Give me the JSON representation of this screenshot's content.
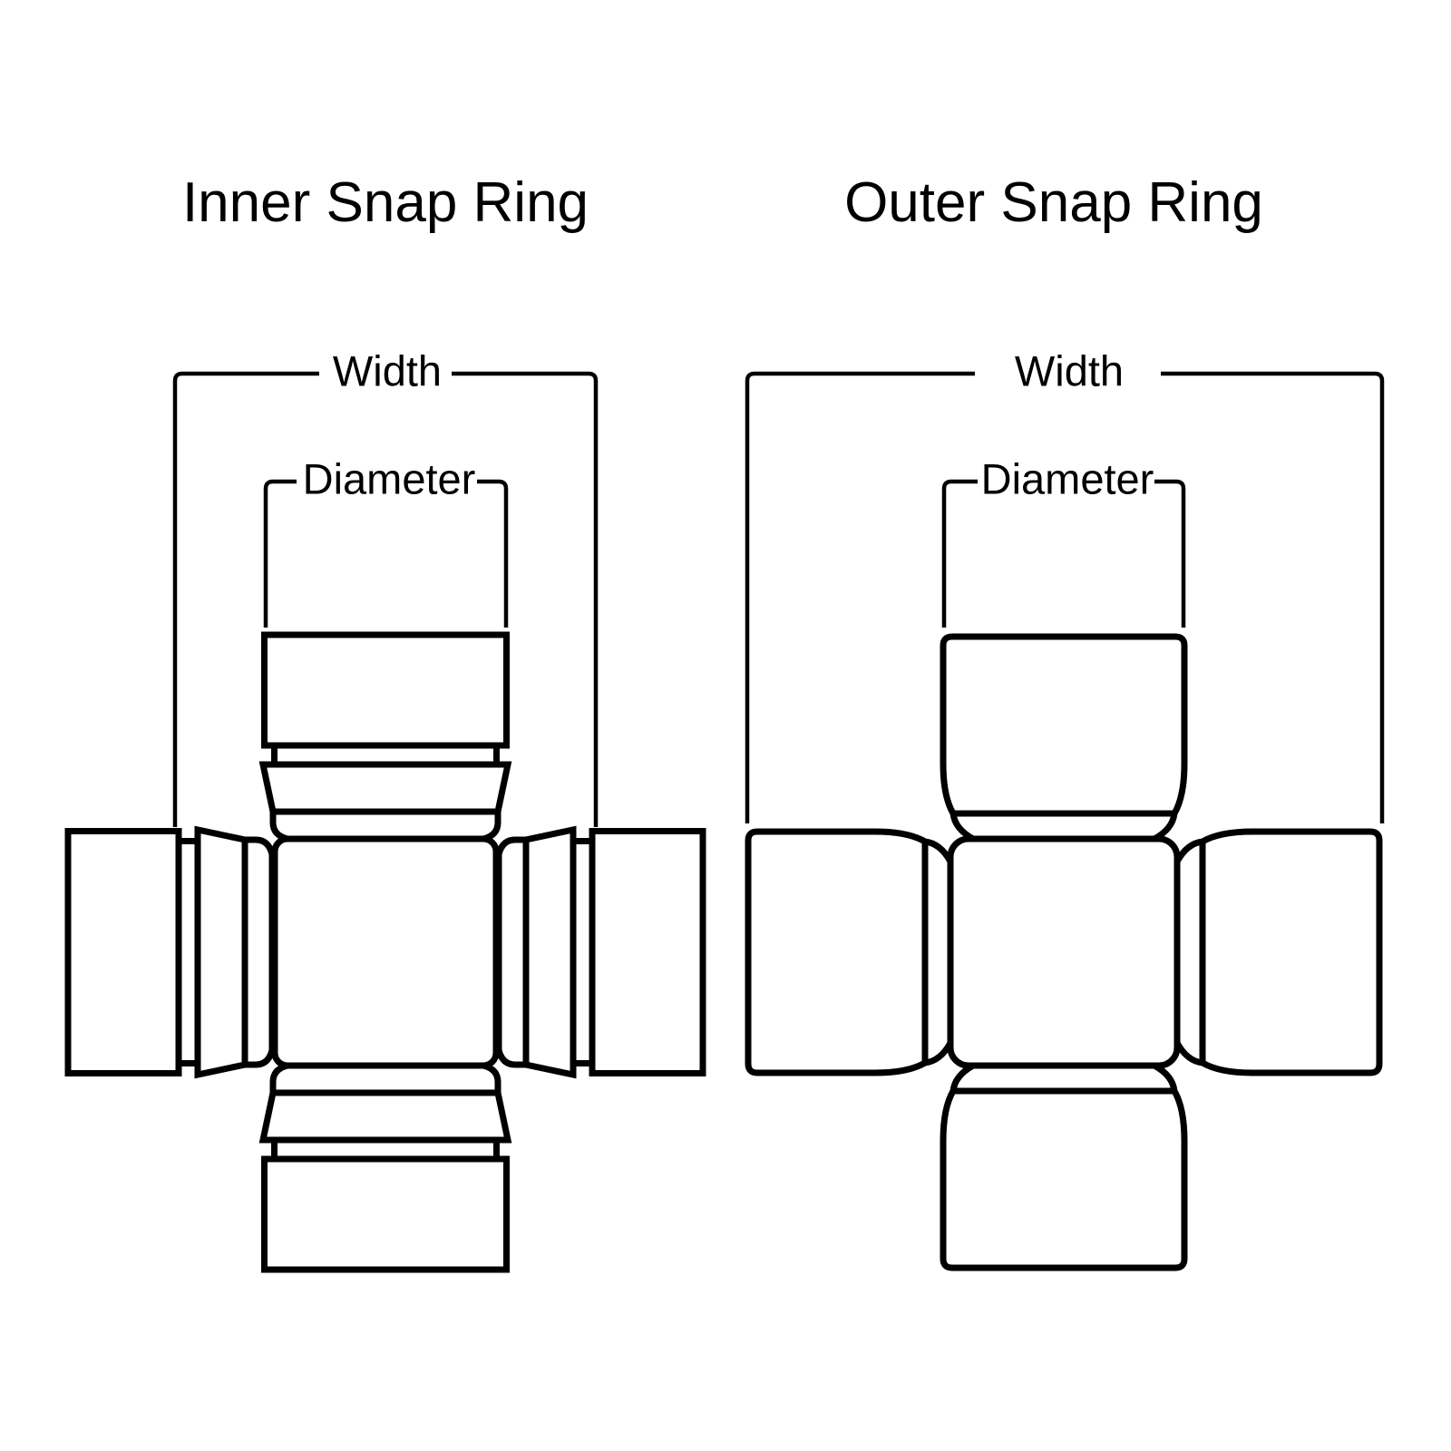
{
  "page": {
    "background_color": "#ffffff",
    "line_color": "#000000"
  },
  "diagrams": [
    {
      "id": "inner-snap-ring",
      "title": "Inner Snap Ring",
      "labels": {
        "width": "Width",
        "diameter": "Diameter"
      },
      "parts": [
        "bearing-cap",
        "snap-ring-groove",
        "seal-band",
        "cross-body"
      ]
    },
    {
      "id": "outer-snap-ring",
      "title": "Outer Snap Ring",
      "labels": {
        "width": "Width",
        "diameter": "Diameter"
      },
      "parts": [
        "bearing-cap",
        "cap-lip",
        "cross-body"
      ]
    }
  ]
}
